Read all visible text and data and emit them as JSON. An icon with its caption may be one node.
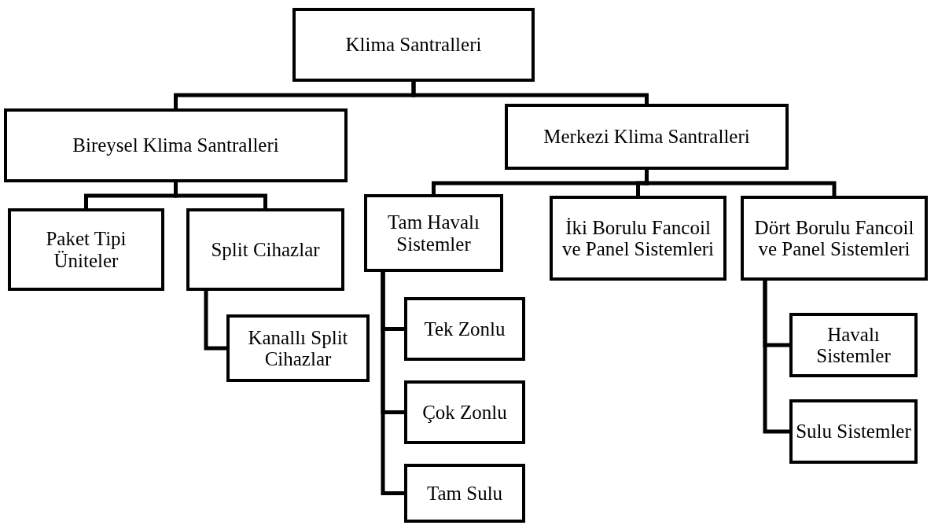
{
  "diagram": {
    "nodes": [
      {
        "text": [
          "Klima Santralleri"
        ]
      },
      {
        "text": [
          "Bireysel Klima Santralleri"
        ]
      },
      {
        "text": [
          "Merkezi Klima Santralleri"
        ]
      },
      {
        "text": [
          "Paket Tipi Üniteler"
        ]
      },
      {
        "text": [
          "Split Cihazlar"
        ]
      },
      {
        "text": [
          "Kanallı Split Cihazlar"
        ]
      },
      {
        "text": [
          "Tam Havalı Sistemler"
        ]
      },
      {
        "text": [
          "İki Borulu Fancoil ve Panel Sistemleri"
        ]
      },
      {
        "text": [
          "Dört Borulu Fancoil ve Panel Sistemleri"
        ]
      },
      {
        "text": [
          "Tek Zonlu"
        ]
      },
      {
        "text": [
          "Çok Zonlu"
        ]
      },
      {
        "text": [
          "Tam Sulu"
        ]
      },
      {
        "text": [
          "Havalı Sistemler"
        ]
      },
      {
        "text": [
          "Sulu Sistemler"
        ]
      }
    ],
    "edges": [
      {
        "from": 0,
        "to": 1,
        "arrow": "none"
      },
      {
        "from": 0,
        "to": 2,
        "arrow": "none"
      },
      {
        "from": 1,
        "to": 3,
        "arrow": "none"
      },
      {
        "from": 1,
        "to": 4,
        "arrow": "none"
      },
      {
        "from": 4,
        "to": 5,
        "arrow": "none"
      },
      {
        "from": 2,
        "to": 6,
        "arrow": "none"
      },
      {
        "from": 2,
        "to": 7,
        "arrow": "none"
      },
      {
        "from": 2,
        "to": 8,
        "arrow": "none"
      },
      {
        "from": 6,
        "to": 9,
        "arrow": "none"
      },
      {
        "from": 6,
        "to": 10,
        "arrow": "none"
      },
      {
        "from": 6,
        "to": 11,
        "arrow": "none"
      },
      {
        "from": 8,
        "to": 12,
        "arrow": "none"
      },
      {
        "from": 8,
        "to": 13,
        "arrow": "none"
      }
    ]
  }
}
